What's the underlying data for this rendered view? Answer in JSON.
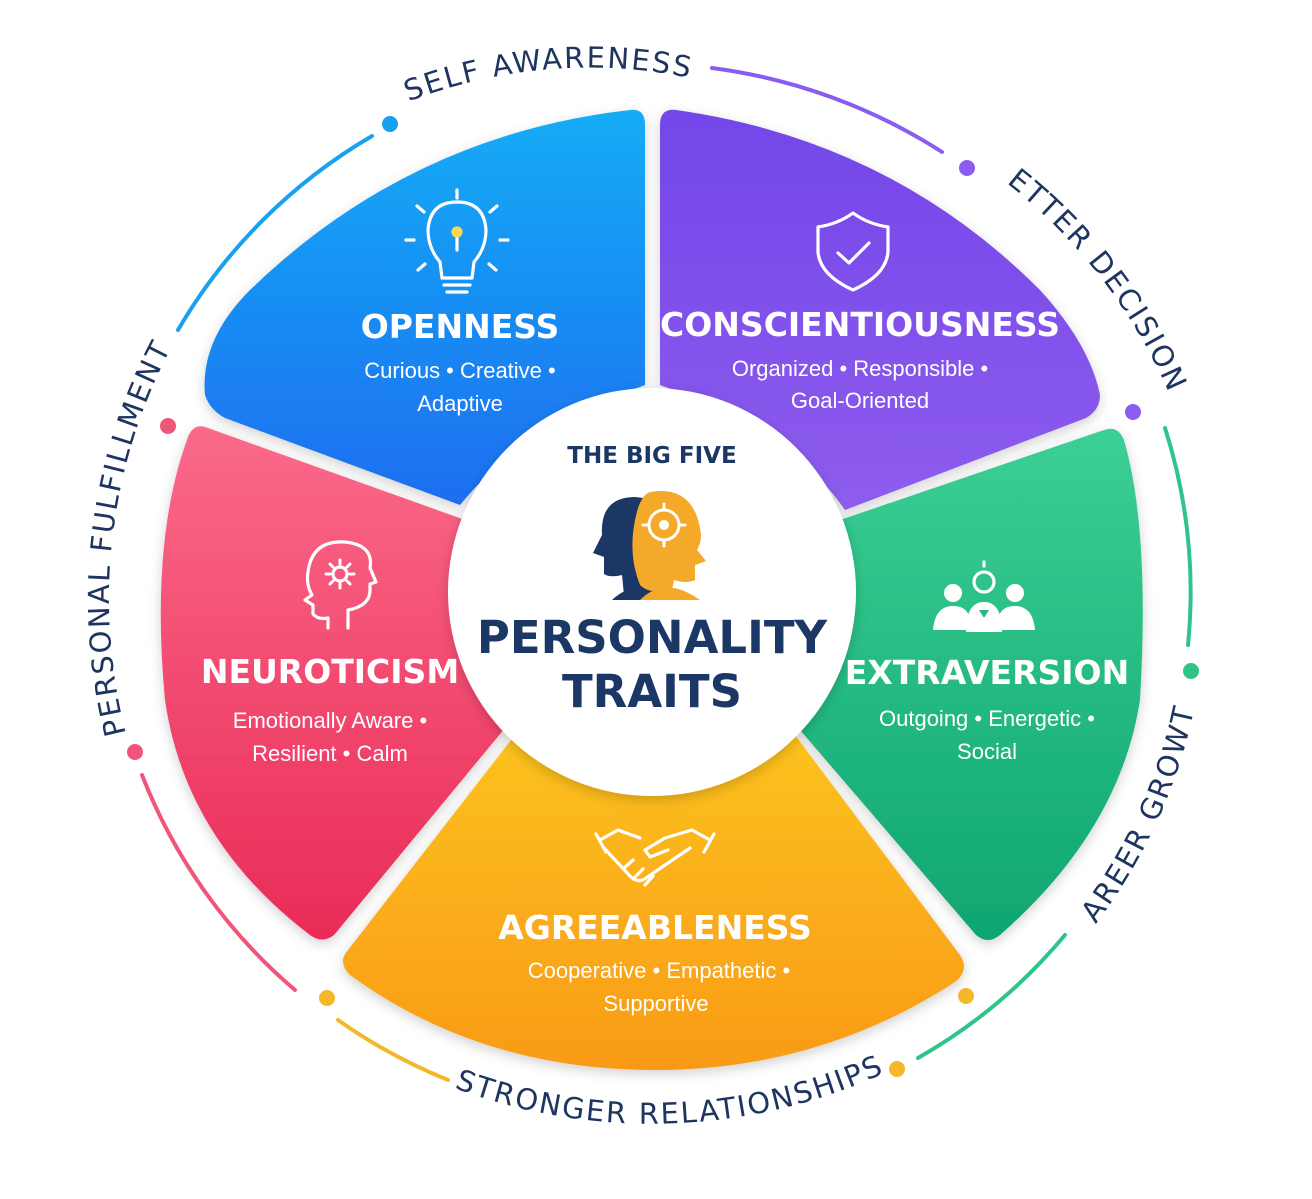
{
  "center": {
    "kicker": "THE BIG FIVE",
    "title_line1": "PERSONALITY",
    "title_line2": "TRAITS",
    "icon": "two-heads-icon"
  },
  "traits": [
    {
      "id": "openness",
      "title": "OPENNESS",
      "line1": "Curious • Creative •",
      "line2": "Adaptive",
      "icon": "lightbulb-icon",
      "color_top": "#16a9f5",
      "color_bottom": "#1a6ff0"
    },
    {
      "id": "conscientiousness",
      "title": "CONSCIENTIOUSNESS",
      "line1": "Organized • Responsible •",
      "line2": "Goal-Oriented",
      "icon": "shield-check-icon",
      "color_top": "#7a4bea",
      "color_bottom": "#8a57ec"
    },
    {
      "id": "extraversion",
      "title": "EXTRAVERSION",
      "line1": "Outgoing • Energetic •",
      "line2": "Social",
      "icon": "people-group-icon",
      "color_top": "#2fca8e",
      "color_bottom": "#13a872"
    },
    {
      "id": "agreeableness",
      "title": "AGREEABLENESS",
      "line1": "Cooperative • Empathetic •",
      "line2": "Supportive",
      "icon": "handshake-icon",
      "color_top": "#fbbf1c",
      "color_bottom": "#f99d1a"
    },
    {
      "id": "neuroticism",
      "title": "NEUROTICISM",
      "line1": "Emotionally Aware •",
      "line2": "Resilient • Calm",
      "icon": "head-gear-icon",
      "color_top": "#f86083",
      "color_bottom": "#e92e5a"
    }
  ],
  "benefits": [
    {
      "label": "SELF AWARENESS",
      "color": "#1aa0f0"
    },
    {
      "label": "BETTER DECISIONS",
      "color": "#8b5cf0"
    },
    {
      "label": "CAREER GROWTH",
      "color": "#2fc48a"
    },
    {
      "label": "STRONGER RELATIONSHIPS",
      "color": "#f5b72a"
    },
    {
      "label": "PERSONAL FULFILLMENT",
      "color": "#f0557a"
    }
  ]
}
